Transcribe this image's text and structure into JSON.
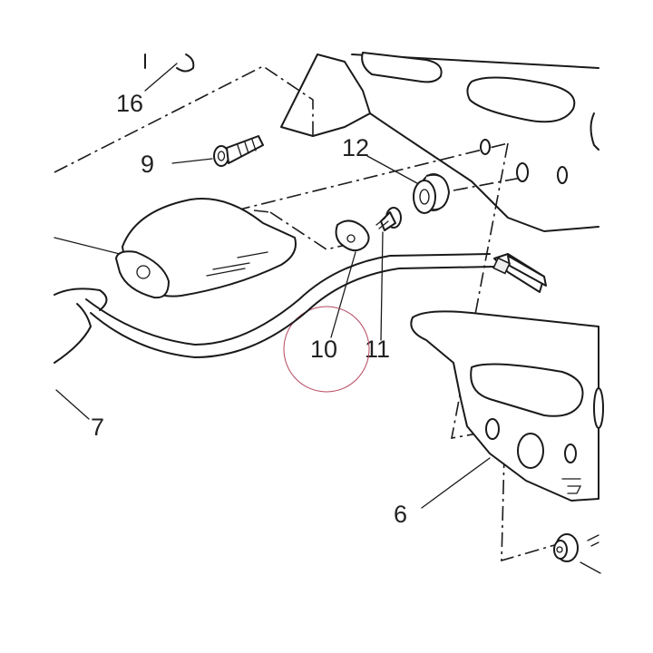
{
  "labels": {
    "p16": "16",
    "p9": "9",
    "p12": "12",
    "p10": "10",
    "p11": "11",
    "p7": "7",
    "p6": "6"
  },
  "colors": {
    "stroke": "#1a1a1a",
    "label": "#222222",
    "highlight_circle": "#b5475f",
    "background": "#ffffff"
  }
}
